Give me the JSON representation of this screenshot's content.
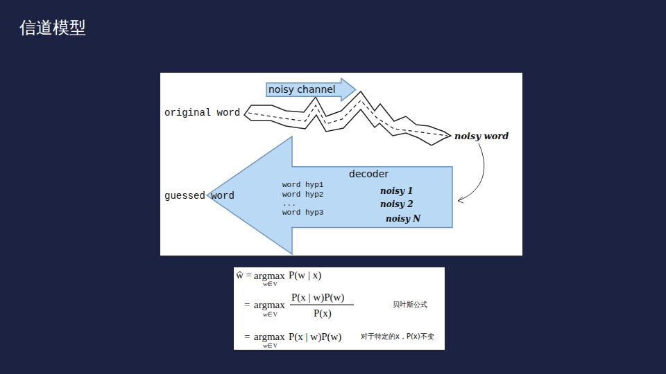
{
  "diagram": {
    "title": "信道模型",
    "nodes": [
      {
        "text": [
          "noisy channel"
        ]
      },
      {
        "text": [
          "decoder",
          "word hyp1",
          "word hyp2",
          "...",
          "word hyp3"
        ]
      }
    ],
    "labels": [
      "original word",
      "noisy word",
      "guessed word",
      "noisy 1",
      "noisy 2",
      "noisy N",
      "ŵ =",
      "argmax",
      "w∈V",
      "P(w | x)",
      "=",
      "argmax",
      "w∈V",
      "P(x | w)P(w)",
      "P(x)",
      "贝叶斯公式",
      "=",
      "argmax",
      "w∈V",
      "P(x | w)P(w)",
      "对于特定的x，P(x)不变"
    ]
  }
}
